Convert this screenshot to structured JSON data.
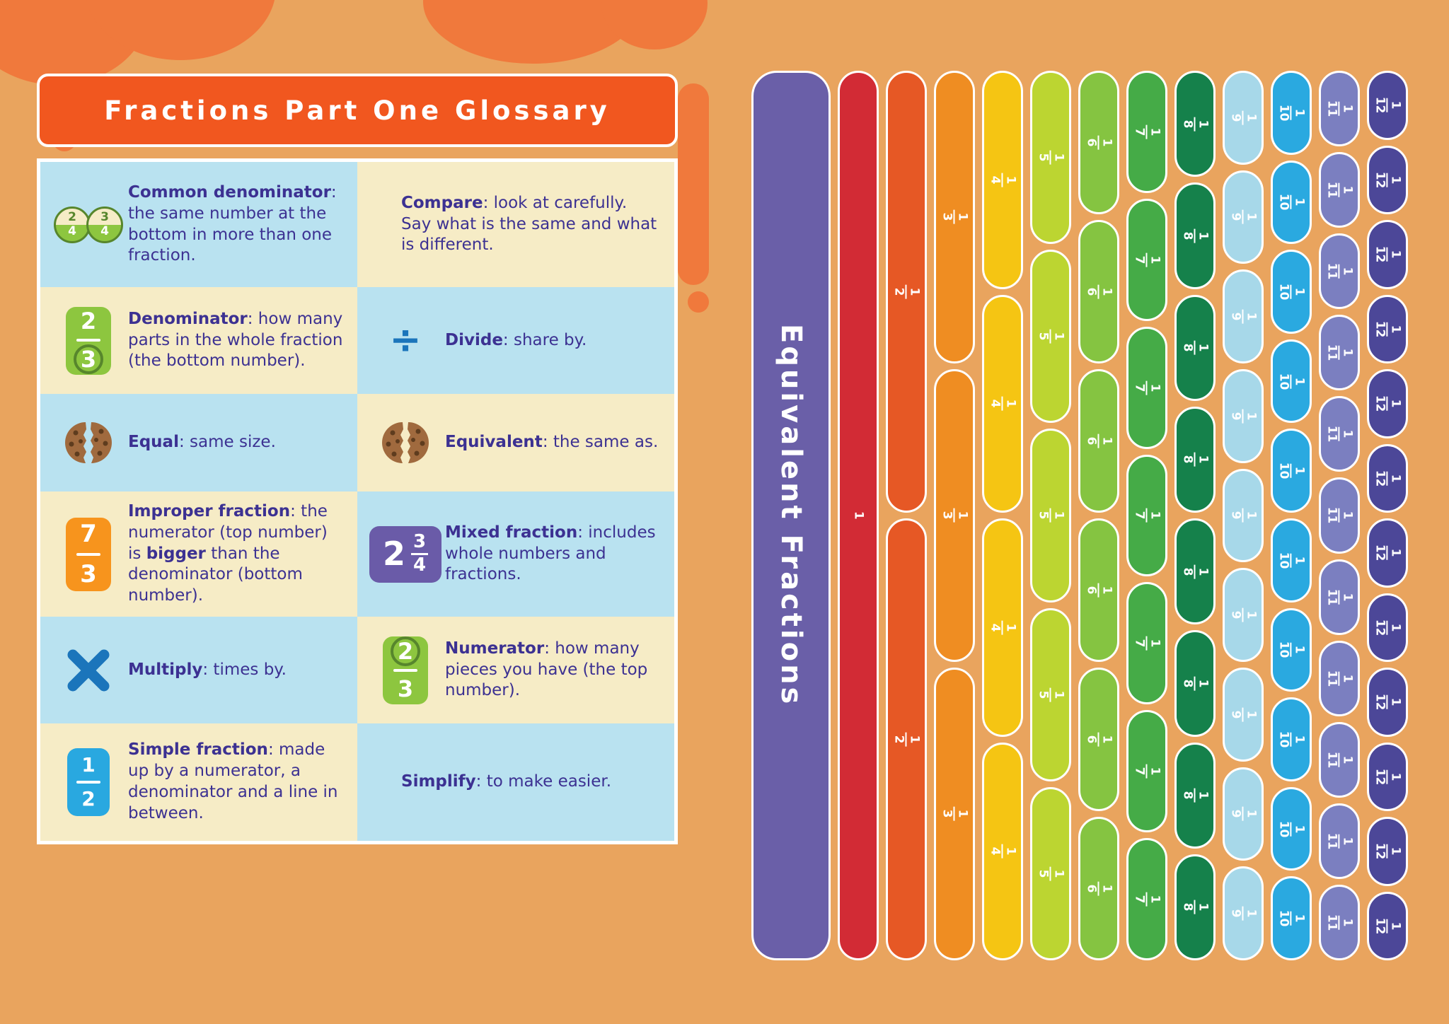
{
  "page": {
    "background": "#e9a45e",
    "blob_color": "#f0793c"
  },
  "glossary": {
    "title": "Fractions Part One Glossary",
    "title_bg": "#f1571f",
    "cell_blue": "#b9e2f0",
    "cell_cream": "#f6ecc6",
    "text_color": "#3c3192",
    "cells": [
      {
        "term": "Common denominator",
        "definition": ": the same number at the bottom in more than one fraction."
      },
      {
        "term": "Compare",
        "definition": ": look at carefully. Say what is the same and what is different."
      },
      {
        "term": "Denominator",
        "definition": ": how many parts in the whole fraction (the bottom number)."
      },
      {
        "term": "Divide",
        "definition": ": share by."
      },
      {
        "term": "Equal",
        "definition": ": same size."
      },
      {
        "term": "Equivalent",
        "definition": ": the same as."
      },
      {
        "term": "Improper fraction",
        "definition_pre": ": the numerator (top number) is ",
        "bold_word": "bigger",
        "definition_post": " than the denominator (bottom number)."
      },
      {
        "term": "Mixed fraction",
        "definition": ": includes whole numbers and fractions."
      },
      {
        "term": "Multiply",
        "definition": ": times by."
      },
      {
        "term": "Numerator",
        "definition": ": how many pieces you have (the top number)."
      },
      {
        "term": "Simple fraction",
        "definition": ": made up by a numerator, a denominator and a line in between."
      },
      {
        "term": "Simplify",
        "definition": ": to make easier."
      }
    ],
    "icons": {
      "common_denominator": [
        {
          "n": "2",
          "d": "4"
        },
        {
          "n": "3",
          "d": "4"
        }
      ],
      "denominator": {
        "n": "2",
        "d": "3"
      },
      "divide_symbol": "÷",
      "improper": {
        "n": "7",
        "d": "3"
      },
      "mixed": {
        "whole": "2",
        "n": "3",
        "d": "4"
      },
      "numerator": {
        "n": "2",
        "d": "3"
      },
      "simple": {
        "n": "1",
        "d": "2"
      }
    },
    "icon_colors": {
      "green": "#8dc63f",
      "green_dark": "#57862c",
      "orange": "#f7941d",
      "purple": "#6a5ba8",
      "blue_tile": "#29a8e0",
      "symbol_blue": "#1b75bb",
      "cookie": "#a06a3e",
      "cookie_chip": "#5e3c1e"
    }
  },
  "wall": {
    "title": "Equivalent Fractions",
    "title_bar_color": "#6a5fa8",
    "columns": [
      {
        "numerator": "1",
        "denominator": "",
        "count": 1,
        "color": "#d22b35"
      },
      {
        "numerator": "1",
        "denominator": "2",
        "count": 2,
        "color": "#e65825"
      },
      {
        "numerator": "1",
        "denominator": "3",
        "count": 3,
        "color": "#ef8d22"
      },
      {
        "numerator": "1",
        "denominator": "4",
        "count": 4,
        "color": "#f5c513"
      },
      {
        "numerator": "1",
        "denominator": "5",
        "count": 5,
        "color": "#bcd531"
      },
      {
        "numerator": "1",
        "denominator": "6",
        "count": 6,
        "color": "#85c441"
      },
      {
        "numerator": "1",
        "denominator": "7",
        "count": 7,
        "color": "#45ab47"
      },
      {
        "numerator": "1",
        "denominator": "8",
        "count": 8,
        "color": "#15814b"
      },
      {
        "numerator": "1",
        "denominator": "9",
        "count": 9,
        "color": "#a7d8e9"
      },
      {
        "numerator": "1",
        "denominator": "10",
        "count": 10,
        "color": "#2aa9e0"
      },
      {
        "numerator": "1",
        "denominator": "11",
        "count": 11,
        "color": "#7b7fc0"
      },
      {
        "numerator": "1",
        "denominator": "12",
        "count": 12,
        "color": "#4c4798"
      }
    ]
  }
}
